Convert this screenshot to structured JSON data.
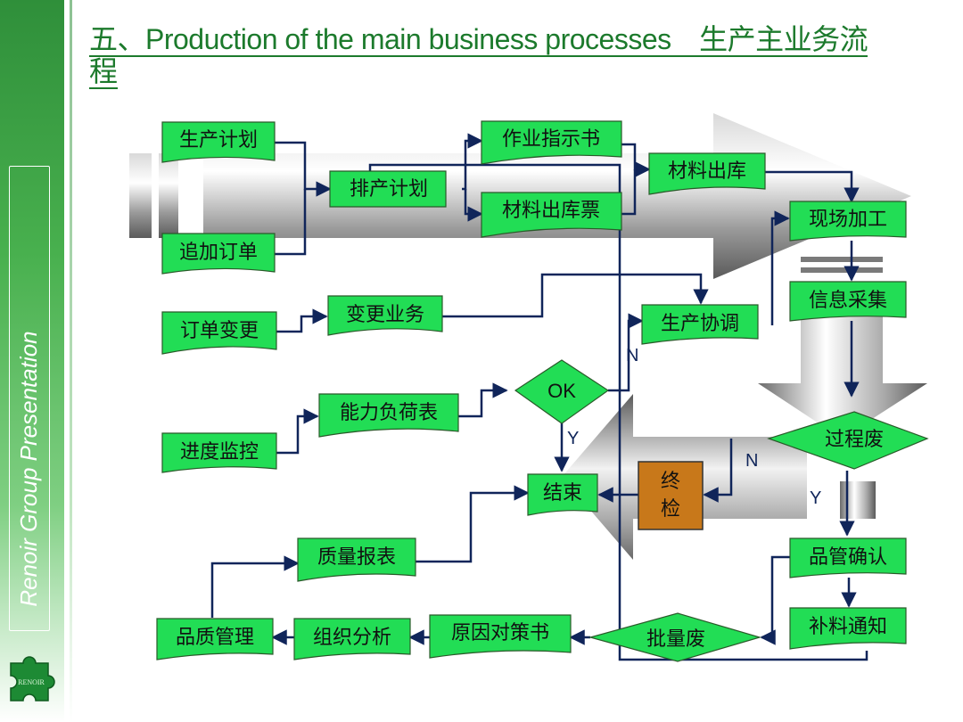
{
  "title": "五、Production of the main business processes　生产主业务流程",
  "sidebar": {
    "text": "Renoir Group Presentation",
    "logo_text": "RENOIR"
  },
  "colors": {
    "node_fill": "#22dd55",
    "node_border": "#2a5a2a",
    "connector": "#10255a",
    "final_check_fill": "#c8781a",
    "sidebar": "#3aa146"
  },
  "nodes": {
    "production_plan": "生产计划",
    "additional_order": "追加订单",
    "order_change": "订单变更",
    "change_business": "变更业务",
    "progress_monitor": "进度监控",
    "capacity_table": "能力负荷表",
    "ok": "OK",
    "schedule_plan": "排产计划",
    "work_instruction": "作业指示书",
    "material_issue_ticket": "材料出库票",
    "material_issue": "材料出库",
    "onsite_processing": "现场加工",
    "info_collection": "信息采集",
    "production_coordination": "生产协调",
    "process_scrap": "过程废",
    "final_check_1": "终",
    "final_check_2": "检",
    "end": "结束",
    "qc_confirm": "品管确认",
    "supplement_notice": "补料通知",
    "batch_scrap": "批量废",
    "cause_countermeasure": "原因对策书",
    "organize_analysis": "组织分析",
    "quality_management": "品质管理",
    "quality_report": "质量报表"
  },
  "labels": {
    "n1": "N",
    "y1": "Y",
    "n2": "N",
    "y2": "Y"
  }
}
